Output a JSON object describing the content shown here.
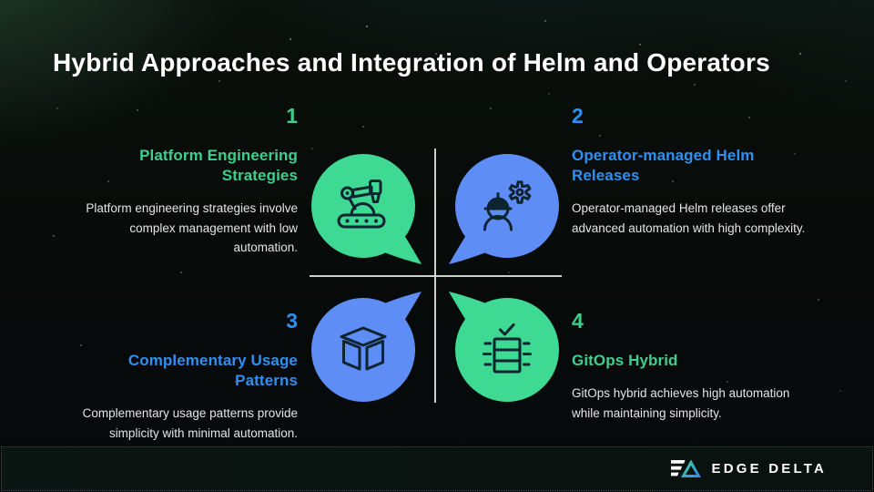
{
  "title": "Hybrid Approaches and Integration of Helm and Operators",
  "quadrants": [
    {
      "number": "1",
      "title": "Platform Engineering Strategies",
      "description": "Platform engineering strategies involve complex management with low automation.",
      "accent": "#3ecf8e",
      "icon": "robot-arm-icon"
    },
    {
      "number": "2",
      "title": "Operator-managed Helm Releases",
      "description": "Operator-managed Helm releases offer advanced automation with high complexity.",
      "accent": "#2e90f2",
      "icon": "engineer-hardhat-gear-icon"
    },
    {
      "number": "3",
      "title": "Complementary Usage Patterns",
      "description": "Complementary usage patterns provide simplicity with minimal automation.",
      "accent": "#2e90f2",
      "icon": "package-cube-icon"
    },
    {
      "number": "4",
      "title": "GitOps Hybrid",
      "description": "GitOps hybrid achieves high automation while maintaining simplicity.",
      "accent": "#3ecf8e",
      "icon": "server-rack-check-icon"
    }
  ],
  "footer": {
    "brand": "EDGE DELTA"
  },
  "colors": {
    "green": "#3ed993",
    "blue": "#5e8df5",
    "greenText": "#3ecf8e",
    "blueText": "#2e90f2",
    "titleText": "#ffffff",
    "bodyText": "#e2e6e4",
    "line": "#dfe3e1",
    "iconStroke": "#0e2430",
    "brandGradientStart": "#45d68f",
    "brandGradientEnd": "#2f86f0"
  }
}
